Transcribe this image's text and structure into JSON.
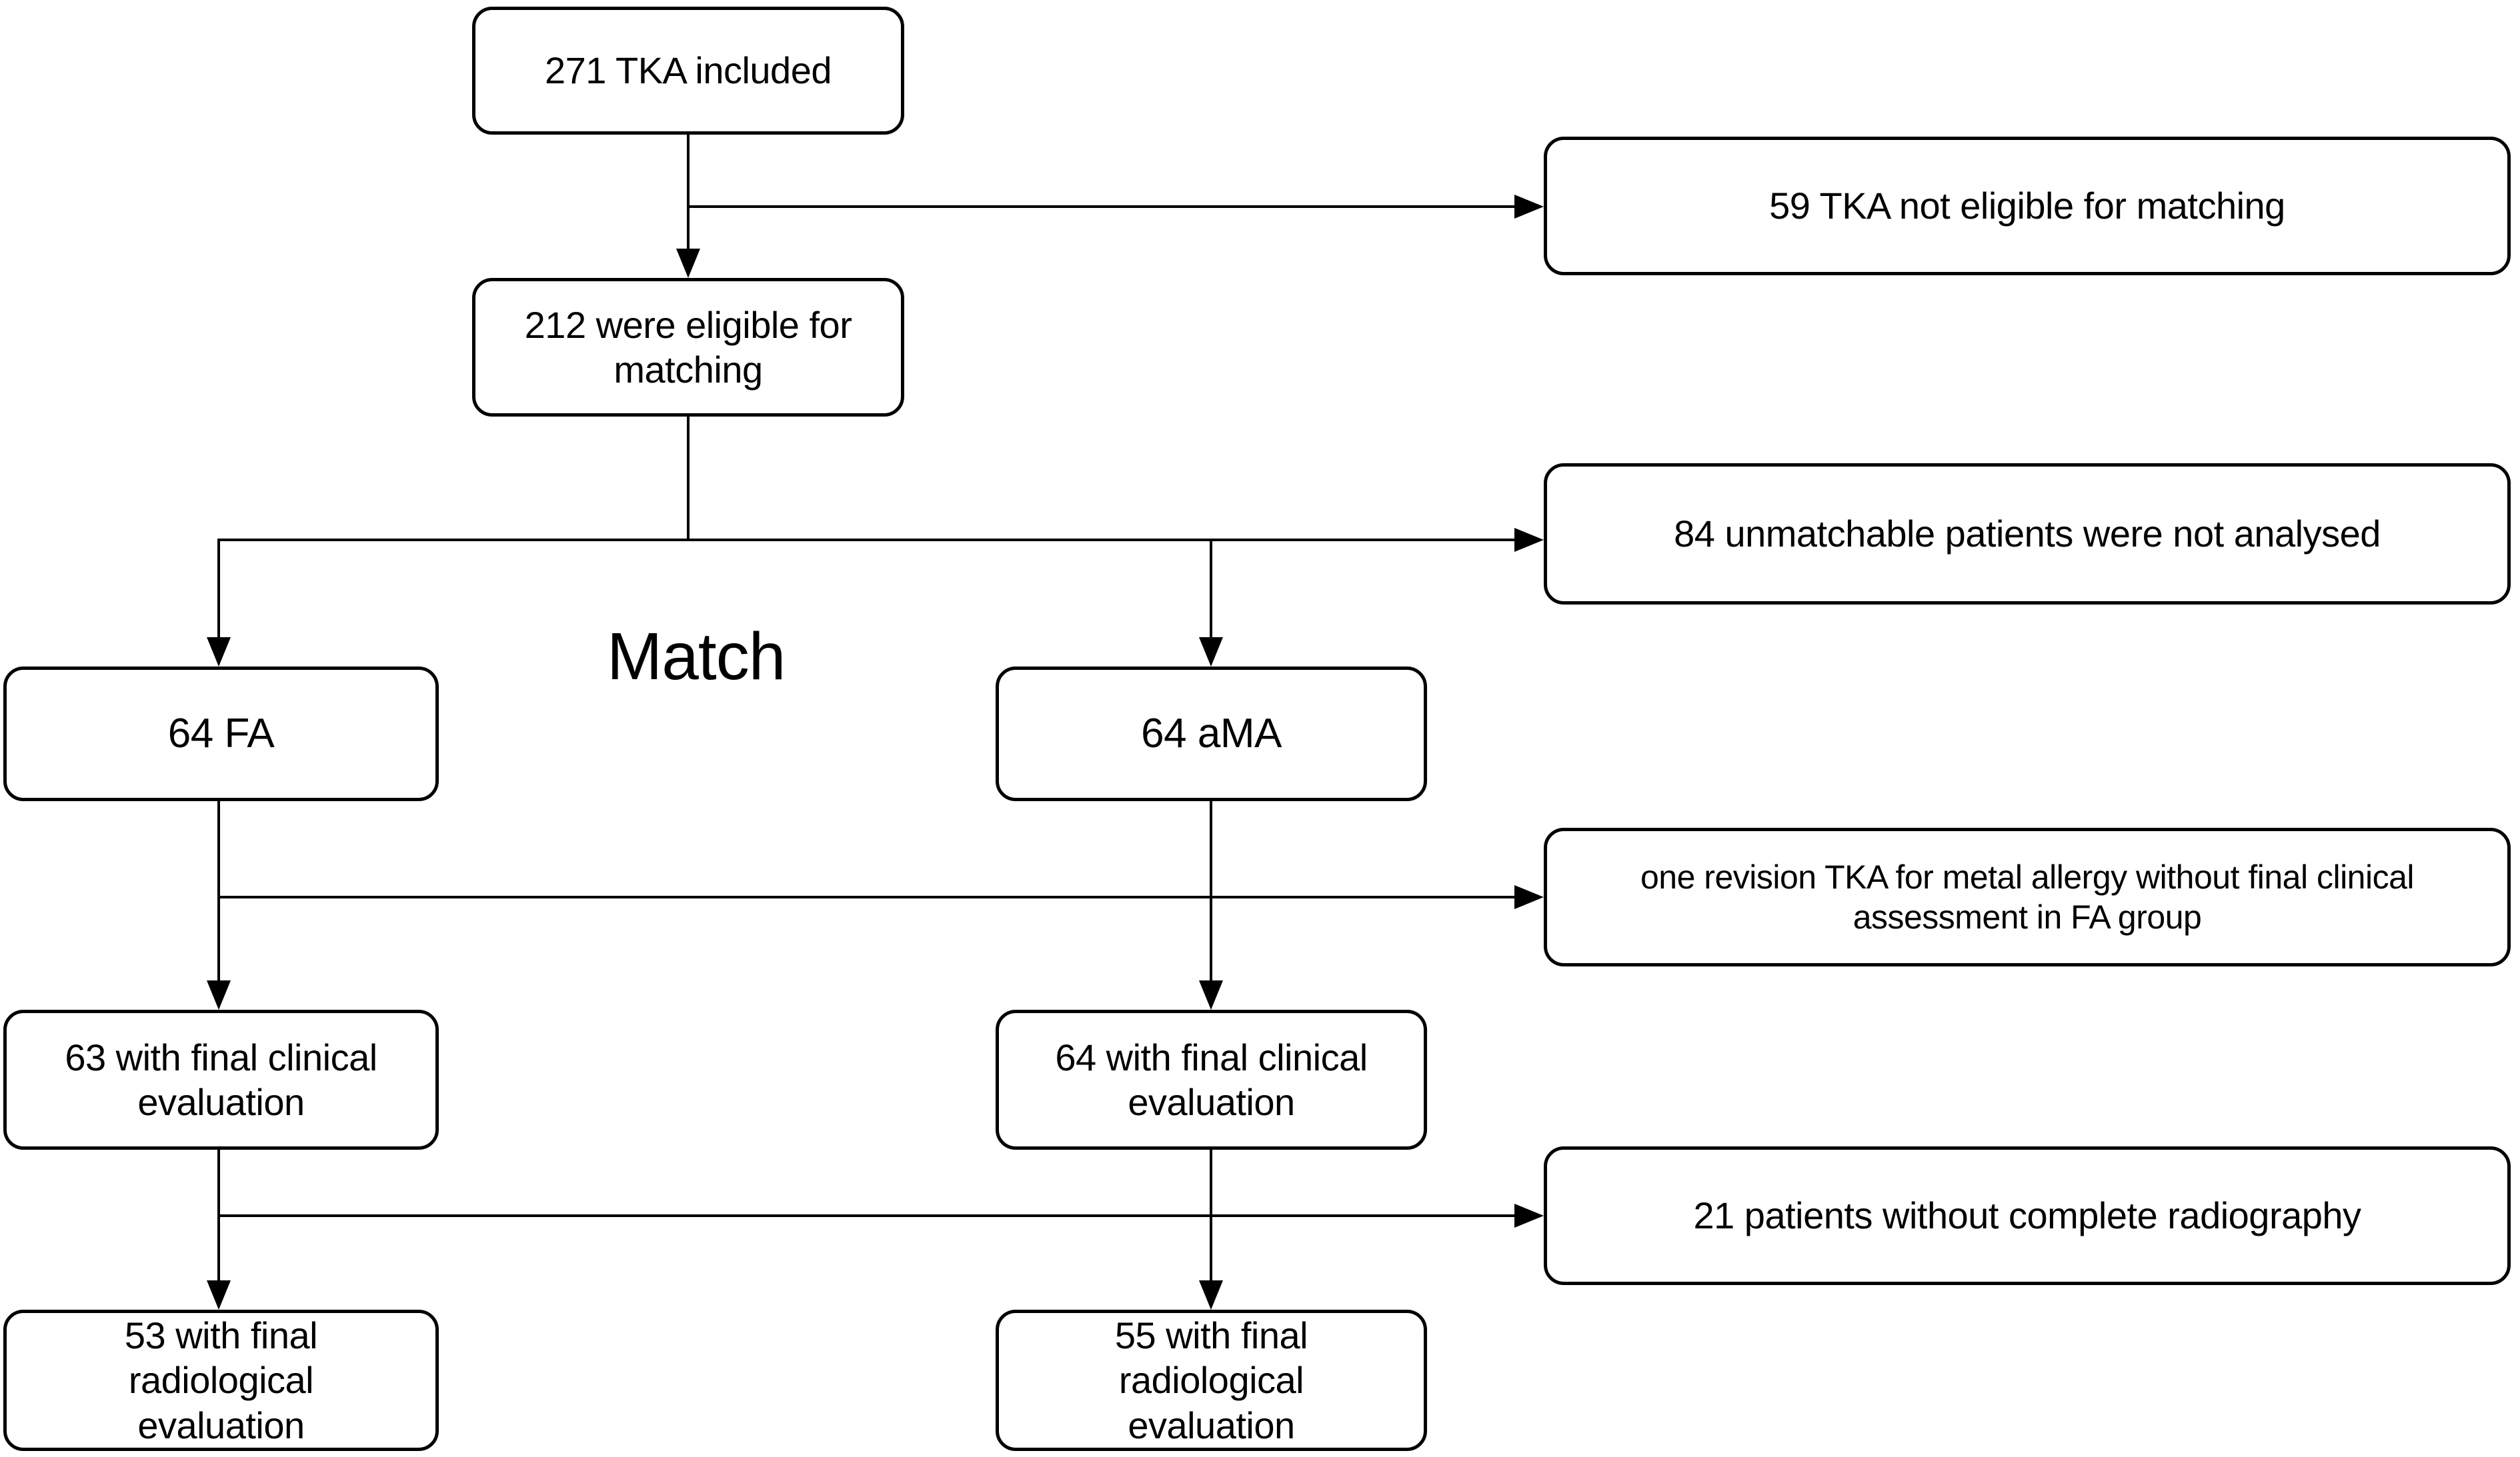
{
  "diagram": {
    "match_label": "Match",
    "nodes": {
      "included": {
        "text": "271 TKA included"
      },
      "not_eligible": {
        "text": "59 TKA not eligible for matching"
      },
      "eligible": {
        "text": "212 were eligible for\nmatching"
      },
      "unmatchable": {
        "text": "84 unmatchable patients were not analysed"
      },
      "fa": {
        "text": "64 FA"
      },
      "ama": {
        "text": "64 aMA"
      },
      "revision": {
        "text": "one revision TKA for metal allergy without final clinical\nassessment in FA group"
      },
      "fa_clinical": {
        "text": "63 with final clinical\nevaluation"
      },
      "ama_clinical": {
        "text": "64 with final clinical\nevaluation"
      },
      "no_radiography": {
        "text": "21 patients without complete radiography"
      },
      "fa_radiological": {
        "text": "53 with final\nradiological\nevaluation"
      },
      "ama_radiological": {
        "text": "55 with final\nradiological\nevaluation"
      }
    },
    "colors": {
      "line": "#000000",
      "text": "#000000",
      "background": "#ffffff"
    }
  }
}
